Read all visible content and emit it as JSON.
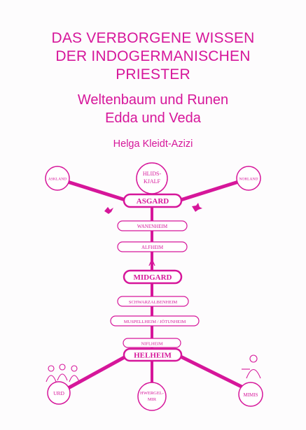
{
  "cover": {
    "title_line1": "DAS VERBORGENE WISSEN",
    "title_line2": "DER INDOGERMANISCHEN",
    "title_line3": "PRIESTER",
    "subtitle_line1": "Weltenbaum und Runen",
    "subtitle_line2": "Edda und Veda",
    "author": "Helga Kleidt-Azizi",
    "accent_color": "#d6169a"
  },
  "tree": {
    "top_left": "ASKLAND",
    "top_center_line1": "HLIDS-",
    "top_center_line2": "KJALF",
    "top_right": "NORLAND",
    "asgard": "ASGARD",
    "wanenheim": "WANENHEIM",
    "alfheim": "ALFHEIM",
    "midgard": "MIDGARD",
    "schwarzalbenheim": "SCHWARZALBENHEIM",
    "muspellheim_jotunheim": "MUSPELLHEIM / JÖTUNHEIM",
    "nifheim": "NIFLHEIM",
    "helheim": "HELHEIM",
    "urd": "URD",
    "hwergelmir_line1": "HWERGEL-",
    "hwergelmir_line2": "MIR",
    "mimis": "MIMIS"
  }
}
